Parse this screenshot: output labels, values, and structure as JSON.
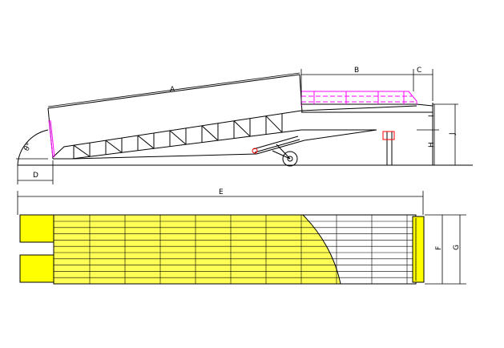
{
  "labels": {
    "a": "A",
    "b": "B",
    "c": "C",
    "d": "D",
    "e": "E",
    "f": "F",
    "g": "G",
    "h": "H",
    "i": "I",
    "j": "J",
    "angle": "θ°"
  },
  "colors": {
    "deck_fill": "#ffff55",
    "lip_fill": "#ffff00",
    "magenta": "#ff00ff",
    "line": "#000000",
    "accent_red": "#ff0000",
    "background": "#ffffff"
  }
}
